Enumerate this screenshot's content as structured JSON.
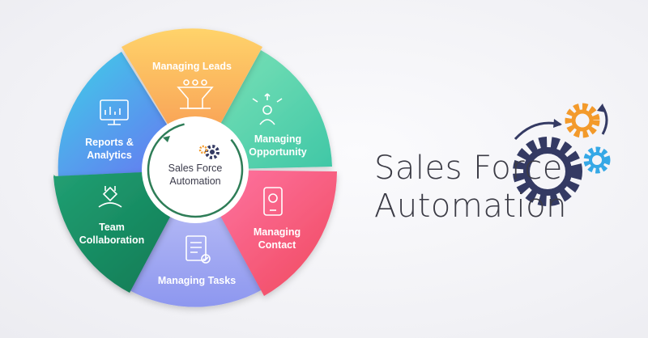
{
  "diagram": {
    "center_label_line1": "Sales Force",
    "center_label_line2": "Automation",
    "segments": [
      {
        "id": "leads",
        "line1": "Managing Leads",
        "line2": "",
        "color_a": "#ffd166",
        "color_b": "#f7934c"
      },
      {
        "id": "opportunity",
        "line1": "Managing",
        "line2": "Opportunity",
        "color_a": "#7be3b9",
        "color_b": "#3cc8a0"
      },
      {
        "id": "contact",
        "line1": "Managing",
        "line2": "Contact",
        "color_a": "#ff7aa8",
        "color_b": "#f04a63"
      },
      {
        "id": "tasks",
        "line1": "Managing Tasks",
        "line2": "",
        "color_a": "#b9bdf6",
        "color_b": "#8d9bf0"
      },
      {
        "id": "team",
        "line1": "Team",
        "line2": "Collaboration",
        "color_a": "#1f9a6d",
        "color_b": "#0f7a55"
      },
      {
        "id": "reports",
        "line1": "Reports &",
        "line2": "Analytics",
        "color_a": "#44c6ea",
        "color_b": "#5f7ff2"
      }
    ]
  },
  "title": {
    "line1": "Sales Force",
    "line2": "Automation"
  },
  "colors": {
    "gear_dark": "#343a63",
    "gear_orange": "#f39a2b",
    "gear_blue": "#35a8e6"
  }
}
